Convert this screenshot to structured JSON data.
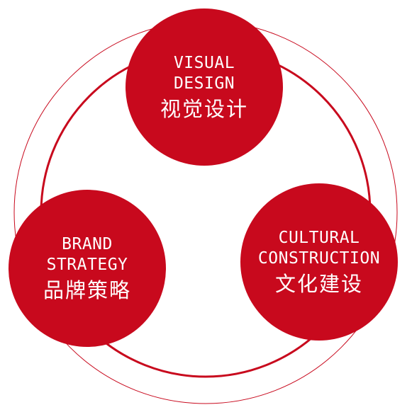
{
  "colors": {
    "node_fill": "#c8091d",
    "ring_stroke": "#c8091d",
    "text": "#ffffff",
    "background": "#ffffff"
  },
  "nodes": [
    {
      "id": "visual",
      "en_lines": [
        "VISUAL",
        "DESIGN"
      ],
      "cn": "视觉设计"
    },
    {
      "id": "brand",
      "en_lines": [
        "BRAND",
        "STRATEGY"
      ],
      "cn": "品牌策略"
    },
    {
      "id": "cultural",
      "en_lines": [
        "CULTURAL",
        "CONSTRUCTION"
      ],
      "cn": "文化建设"
    }
  ]
}
